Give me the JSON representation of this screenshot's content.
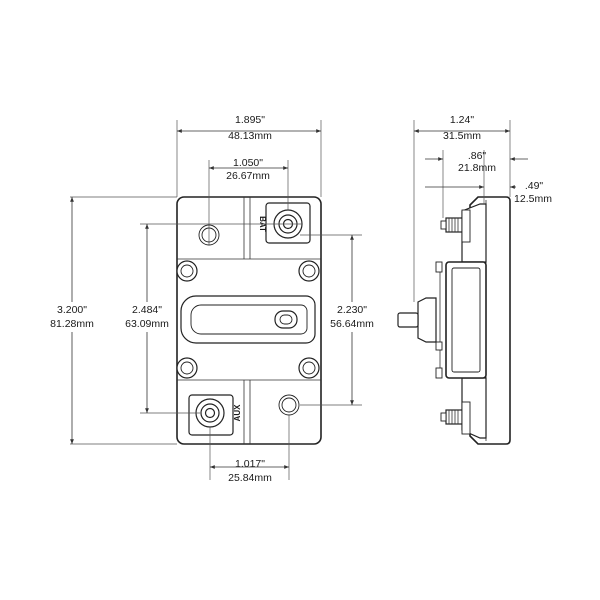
{
  "front_view": {
    "overall_width": {
      "inch": "1.895\"",
      "mm": "48.13mm"
    },
    "terminal_spacing_top": {
      "inch": "1.050\"",
      "mm": "26.67mm"
    },
    "terminal_spacing_bottom": {
      "inch": "1.017\"",
      "mm": "25.84mm"
    },
    "overall_height": {
      "inch": "3.200\"",
      "mm": "81.28mm"
    },
    "mount_hole_spacing_left": {
      "inch": "2.484\"",
      "mm": "63.09mm"
    },
    "mount_hole_spacing_right": {
      "inch": "2.230\"",
      "mm": "56.64mm"
    },
    "top_terminal_label": "BAT",
    "bottom_terminal_label": "AUX"
  },
  "side_view": {
    "overall_depth": {
      "inch": "1.24\"",
      "mm": "31.5mm"
    },
    "stud_depth": {
      "inch": ".86\"",
      "mm": "21.8mm"
    },
    "flange_depth": {
      "inch": ".49\"",
      "mm": "12.5mm"
    }
  }
}
